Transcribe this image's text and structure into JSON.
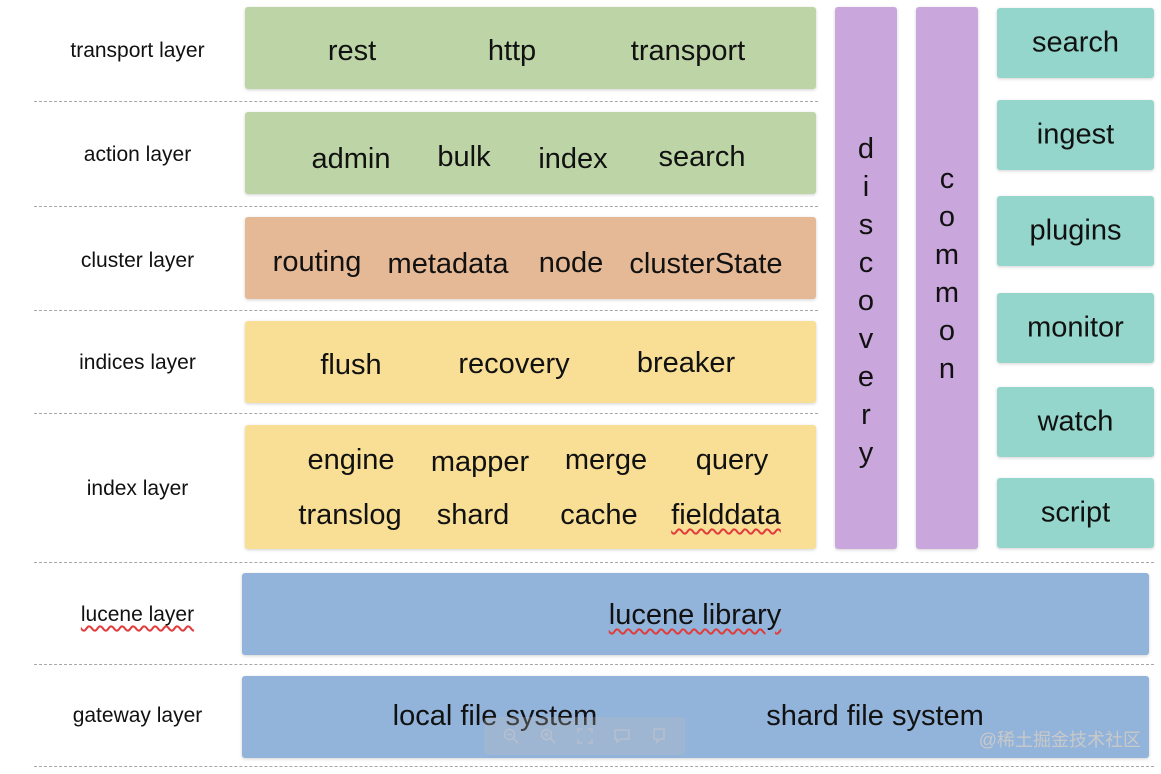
{
  "layers": [
    {
      "label": "transport layer",
      "items": [
        "rest",
        "http",
        "transport"
      ]
    },
    {
      "label": "action layer",
      "items": [
        "admin",
        "bulk",
        "index",
        "search"
      ]
    },
    {
      "label": "cluster layer",
      "items": [
        "routing",
        "metadata",
        "node",
        "clusterState"
      ]
    },
    {
      "label": "indices layer",
      "items": [
        "flush",
        "recovery",
        "breaker"
      ]
    },
    {
      "label": "index layer",
      "items": [
        "engine",
        "mapper",
        "merge",
        "query",
        "translog",
        "shard",
        "cache",
        "fielddata"
      ]
    },
    {
      "label": "lucene layer",
      "items": [
        "lucene library"
      ]
    },
    {
      "label": "gateway layer",
      "items": [
        "local file system",
        "shard file system"
      ]
    }
  ],
  "columns": {
    "discovery": [
      "d",
      "i",
      "s",
      "c",
      "o",
      "v",
      "e",
      "r",
      "y"
    ],
    "common": [
      "c",
      "o",
      "m",
      "m",
      "o",
      "n"
    ]
  },
  "modules": [
    "search",
    "ingest",
    "plugins",
    "monitor",
    "watch",
    "script"
  ],
  "watermark": "@稀土掘金技术社区",
  "colors": {
    "green": "#bdd5a6",
    "orange": "#e6b996",
    "yellow": "#f8df95",
    "blue": "#92b3da",
    "purple": "#c9a6dc",
    "teal": "#94d6cb"
  }
}
